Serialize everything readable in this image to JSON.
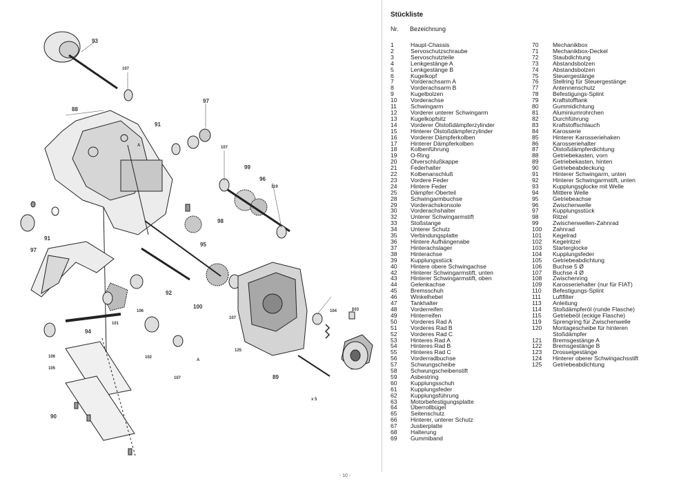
{
  "parts_list": {
    "title": "Stückliste",
    "header_nr": "Nr.",
    "header_desc": "Bezeichnung",
    "col1": [
      {
        "nr": "1",
        "name": "Haupt-Chassis"
      },
      {
        "nr": "2",
        "name": "Servoschutzschraube"
      },
      {
        "nr": "3",
        "name": "Servoschutzteile"
      },
      {
        "nr": "4",
        "name": "Lenkgestänge A"
      },
      {
        "nr": "5",
        "name": "Lenkgestänge B"
      },
      {
        "nr": "6",
        "name": "Kugelkopf"
      },
      {
        "nr": "7",
        "name": "Vorderachsarm A"
      },
      {
        "nr": "8",
        "name": "Vorderachsarm B"
      },
      {
        "nr": "9",
        "name": "Kugelbolzen"
      },
      {
        "nr": "10",
        "name": "Vorderachse"
      },
      {
        "nr": "11",
        "name": "Schwingarm"
      },
      {
        "nr": "12",
        "name": "Vorderer unterer Schwingarm"
      },
      {
        "nr": "13",
        "name": "Kugelkopfsitz"
      },
      {
        "nr": "14",
        "name": "Vorderer Ölstoßdämpferzylinder"
      },
      {
        "nr": "15",
        "name": "Hinterer Ölstoßdämpferzylinder"
      },
      {
        "nr": "16",
        "name": "Vorderer Dämpferkolben"
      },
      {
        "nr": "17",
        "name": "Hinterer Dämpferkolben"
      },
      {
        "nr": "18",
        "name": "Kolbenführung"
      },
      {
        "nr": "19",
        "name": "O-Ring"
      },
      {
        "nr": "20",
        "name": "Ölverschlußkappe"
      },
      {
        "nr": "21",
        "name": "Federhalter"
      },
      {
        "nr": "22",
        "name": "Kolbenanschluß"
      },
      {
        "nr": "23",
        "name": "Vordere Feder"
      },
      {
        "nr": "24",
        "name": "Hintere Feder"
      },
      {
        "nr": "25",
        "name": "Dämpfer-Oberteil"
      },
      {
        "nr": "28",
        "name": "Schwingarmbuchse"
      },
      {
        "nr": "29",
        "name": "Vorderachskonsole"
      },
      {
        "nr": "30",
        "name": "Vorderachshalter"
      },
      {
        "nr": "32",
        "name": "Unterer Schwingarmstift"
      },
      {
        "nr": "33",
        "name": "Stoßstange"
      },
      {
        "nr": "34",
        "name": "Unterer Schutz"
      },
      {
        "nr": "35",
        "name": "Verbindungsplatte"
      },
      {
        "nr": "36",
        "name": "Hintere Aufhängenabe"
      },
      {
        "nr": "37",
        "name": "Hinterachslager"
      },
      {
        "nr": "38",
        "name": "Hinterachse"
      },
      {
        "nr": "39",
        "name": "Kupplungsstück"
      },
      {
        "nr": "40",
        "name": "Hintere obere Schwingachse"
      },
      {
        "nr": "42",
        "name": "Hinterer Schwingarmstift, unten"
      },
      {
        "nr": "43",
        "name": "Hinterer Schwingarmstift, oben"
      },
      {
        "nr": "44",
        "name": "Gelenkachse"
      },
      {
        "nr": "45",
        "name": "Bremsschuh"
      },
      {
        "nr": "46",
        "name": "Winkelhebel"
      },
      {
        "nr": "47",
        "name": "Tankhalter"
      },
      {
        "nr": "48",
        "name": "Vorderreifen"
      },
      {
        "nr": "49",
        "name": "Hinterreifen"
      },
      {
        "nr": "50",
        "name": "Vorderes Rad A"
      },
      {
        "nr": "51",
        "name": "Vorderes Rad B"
      },
      {
        "nr": "52",
        "name": "Vorderes Rad C"
      },
      {
        "nr": "53",
        "name": "Hinteres Rad A"
      },
      {
        "nr": "54",
        "name": "Hinteres Rad B"
      },
      {
        "nr": "55",
        "name": "Hinteres Rad C"
      },
      {
        "nr": "56",
        "name": "Vorderradbuchse"
      },
      {
        "nr": "57",
        "name": "Schwungscheibe"
      },
      {
        "nr": "58",
        "name": "Schwungscheibenstift"
      },
      {
        "nr": "59",
        "name": "Asbestring"
      },
      {
        "nr": "60",
        "name": "Kupplungsschuh"
      },
      {
        "nr": "61",
        "name": "Kupplungsfeder"
      },
      {
        "nr": "62",
        "name": "Kupplungsführung"
      },
      {
        "nr": "63",
        "name": "Motorbefestigungsplatte"
      },
      {
        "nr": "64",
        "name": "Überrollbügel"
      },
      {
        "nr": "65",
        "name": "Seitenschutz"
      },
      {
        "nr": "66",
        "name": "Hinterer, unterer Schutz"
      },
      {
        "nr": "67",
        "name": "Justierplatte"
      },
      {
        "nr": "68",
        "name": "Halterung"
      },
      {
        "nr": "69",
        "name": "Gummiband"
      }
    ],
    "col2": [
      {
        "nr": "70",
        "name": "Mechanikbox"
      },
      {
        "nr": "71",
        "name": "Mechanikbox-Deckel"
      },
      {
        "nr": "72",
        "name": "Staubdichtung"
      },
      {
        "nr": "73",
        "name": "Abstandsbolzen"
      },
      {
        "nr": "74",
        "name": "Abstandsbolzen"
      },
      {
        "nr": "75",
        "name": "Steuergestänge"
      },
      {
        "nr": "76",
        "name": "Stellring für Steuergestänge"
      },
      {
        "nr": "77",
        "name": "Antennenschutz"
      },
      {
        "nr": "78",
        "name": "Befestigungs-Splint"
      },
      {
        "nr": "79",
        "name": "Kraftstofftank"
      },
      {
        "nr": "80",
        "name": "Gummidichtung"
      },
      {
        "nr": "81",
        "name": "Aluminiumrohrchen"
      },
      {
        "nr": "82",
        "name": "Durchführung"
      },
      {
        "nr": "83",
        "name": "Kraftstoffschlauch"
      },
      {
        "nr": "84",
        "name": "Karosserie"
      },
      {
        "nr": "85",
        "name": "Hinterer Karosseriehaken"
      },
      {
        "nr": "86",
        "name": "Karosseriehalter"
      },
      {
        "nr": "87",
        "name": "Ölstoßdämpferdichtung"
      },
      {
        "nr": "88",
        "name": "Getriebekasten, vorn"
      },
      {
        "nr": "89",
        "name": "Getriebekasten, hinten"
      },
      {
        "nr": "90",
        "name": "Getriebeabdeckung"
      },
      {
        "nr": "91",
        "name": "Hinterer Schwingarm, unten"
      },
      {
        "nr": "92",
        "name": "Hinterer Schwingarmstift, unten"
      },
      {
        "nr": "93",
        "name": "Kupplungsglocke mit Welle"
      },
      {
        "nr": "94",
        "name": "Mittlere Welle"
      },
      {
        "nr": "95",
        "name": "Getriebeachse"
      },
      {
        "nr": "96",
        "name": "Zwischenwelle"
      },
      {
        "nr": "97",
        "name": "Kupplungsstück"
      },
      {
        "nr": "98",
        "name": "Ritzel"
      },
      {
        "nr": "99",
        "name": "Zwischenwellen-Zahnrad"
      },
      {
        "nr": "100",
        "name": "Zahnrad"
      },
      {
        "nr": "101",
        "name": "Kegelrad"
      },
      {
        "nr": "102",
        "name": "Kegelritzel"
      },
      {
        "nr": "103",
        "name": "Starterglocke"
      },
      {
        "nr": "104",
        "name": "Kupplungsfeder"
      },
      {
        "nr": "105",
        "name": "Getriebeabdichtung"
      },
      {
        "nr": "106",
        "name": "Buchse 5 Ø"
      },
      {
        "nr": "107",
        "name": "Buchse 4 Ø"
      },
      {
        "nr": "108",
        "name": "Zwischenring"
      },
      {
        "nr": "109",
        "name": "Karosseriehalter (nur für FIAT)"
      },
      {
        "nr": "110",
        "name": "Befestigungs-Splint"
      },
      {
        "nr": "111",
        "name": "Luftfilter"
      },
      {
        "nr": "113",
        "name": "Anleitung"
      },
      {
        "nr": "114",
        "name": "Stoßdämpferöl (runde Flasche)"
      },
      {
        "nr": "115",
        "name": "Getriebeöl (eckige Flasche)"
      },
      {
        "nr": "119",
        "name": "Sprengring für Zwischenwelle"
      },
      {
        "nr": "120",
        "name": "Montagescheibe für hinteren"
      },
      {
        "nr": "",
        "name": "Stoßdämpfer"
      },
      {
        "nr": "121",
        "name": "Bremsgestänge A"
      },
      {
        "nr": "122",
        "name": "Bremsgestänge B"
      },
      {
        "nr": "123",
        "name": "Drosselgestänge"
      },
      {
        "nr": "124",
        "name": "Hinterer oberer Schwingachsstift"
      },
      {
        "nr": "125",
        "name": "Getriebeabdichtung"
      }
    ]
  },
  "diagram_labels": {
    "l93": "93",
    "l107a": "107",
    "l97a": "97",
    "l88": "88",
    "l91a": "91",
    "lA1": "A",
    "l107b": "107",
    "l99": "99",
    "l96": "96",
    "l119": "119",
    "l98": "98",
    "l91b": "91",
    "l97b": "97",
    "l95": "95",
    "l92": "92",
    "l100": "100",
    "l101": "101",
    "l106a": "106",
    "l107c": "107",
    "l104": "104",
    "l103": "103",
    "l94": "94",
    "l102": "102",
    "l125": "125",
    "l106b": "106",
    "l105": "105",
    "l107d": "107",
    "lA2": "A",
    "l89": "89",
    "l90": "90",
    "lx5": "x 5"
  },
  "footer": "- 10 -"
}
